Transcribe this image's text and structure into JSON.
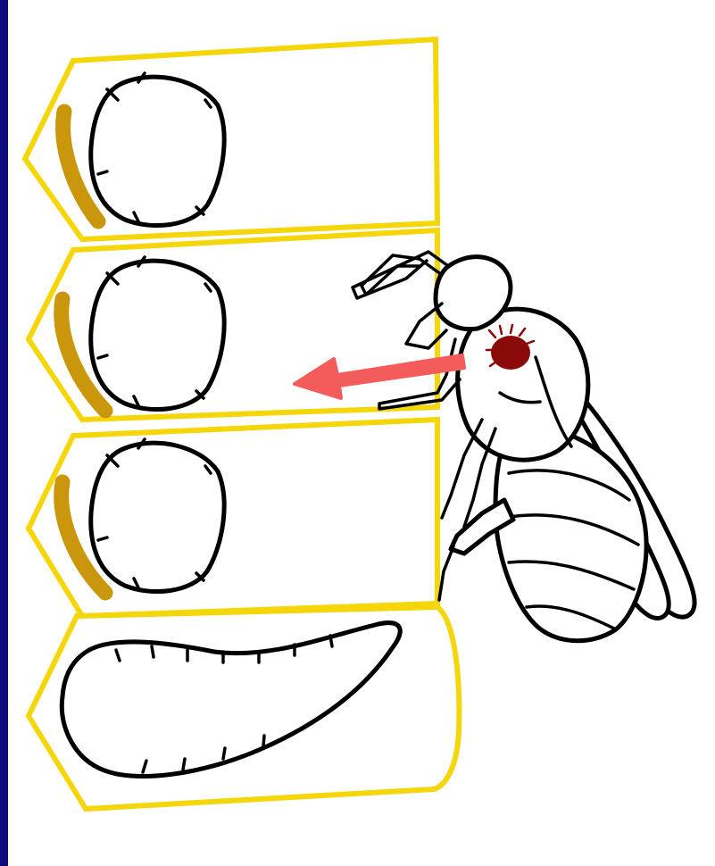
{
  "colors": {
    "background_border": "#0b0c7a",
    "cell_outline": "#f5d60a",
    "pollen_provision": "#c9960c",
    "arrow": "#f45c5c",
    "mite": "#8a0a0a",
    "outline": "#000000"
  },
  "diagram": {
    "cells": [
      {
        "content": "egg",
        "has_pollen": true
      },
      {
        "content": "egg",
        "has_pollen": true
      },
      {
        "content": "egg",
        "has_pollen": true
      },
      {
        "content": "larva",
        "has_pollen": false
      }
    ],
    "visitor": {
      "icon": "wasp-icon",
      "carries": "mite-icon"
    },
    "arrow_direction": "left"
  }
}
